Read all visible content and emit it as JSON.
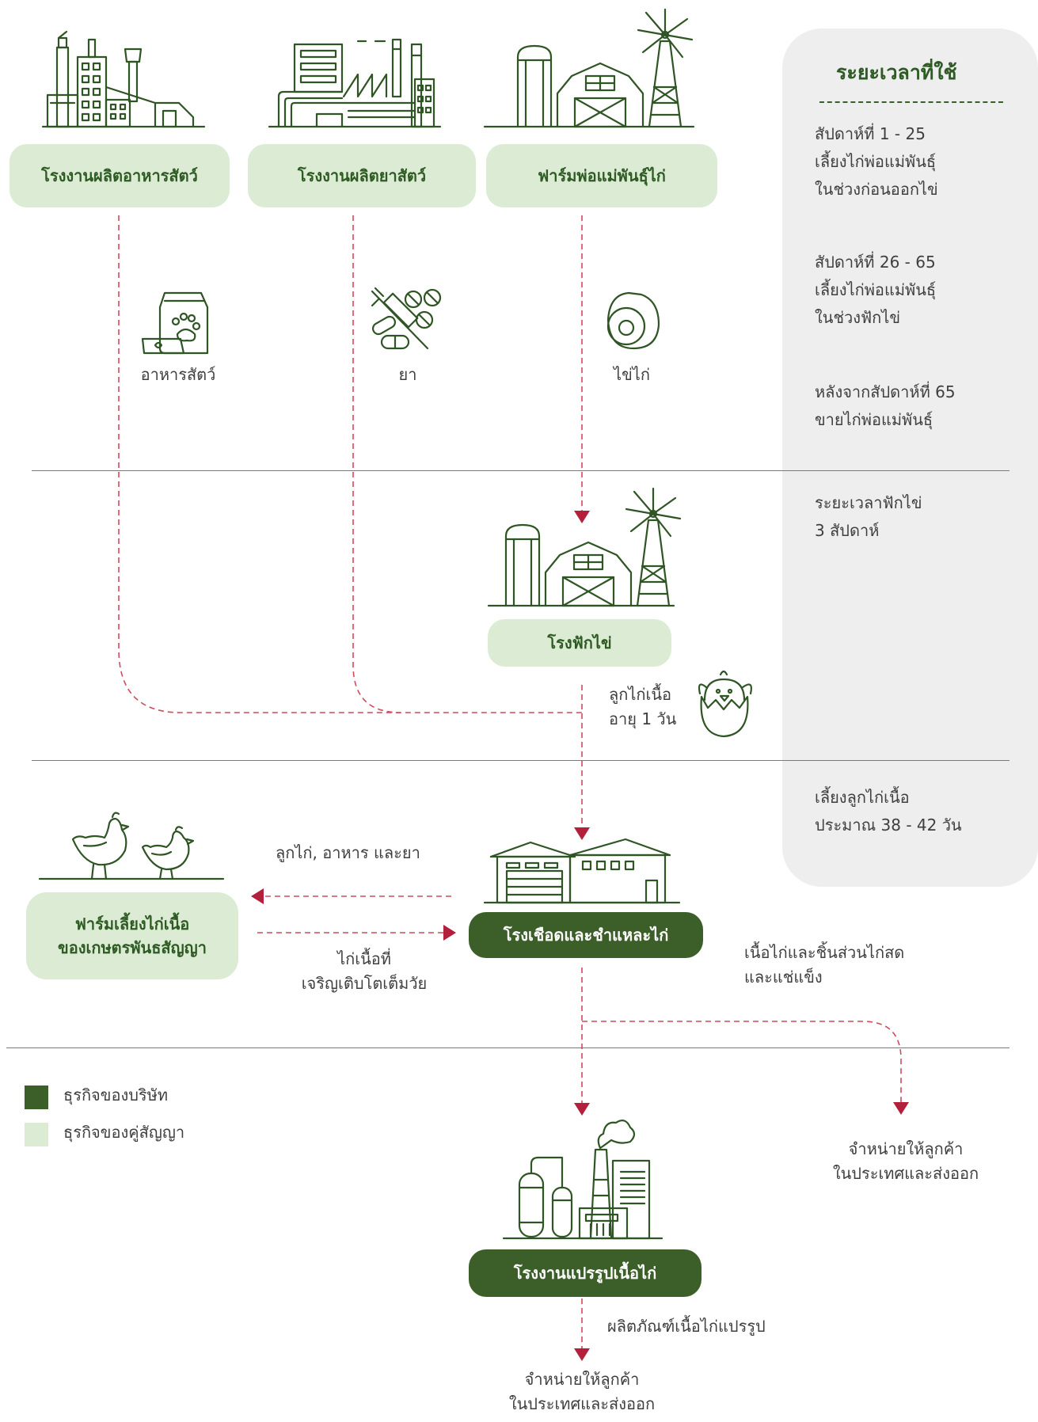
{
  "colors": {
    "company": "#3c5f2a",
    "contract": "#dcebd3",
    "flow_arrow": "#b3203c",
    "sidebar_bg": "#eeeeee",
    "icon_stroke": "#2f5525"
  },
  "top_nodes": {
    "feed_mill": "โรงงานผลิตอาหารสัตว์",
    "drug_plant": "โรงงานผลิตยาสัตว์",
    "breeder_farm": "ฟาร์มพ่อแม่พันธุ์ไก่"
  },
  "inputs": {
    "feed": "อาหารสัตว์",
    "medicine": "ยา",
    "eggs": "ไข่ไก่"
  },
  "hatchery": {
    "label": "โรงฟักไข่",
    "chick_label": "ลูกไก่เนื้อ\nอายุ 1 วัน"
  },
  "contract_farm": {
    "label": "ฟาร์มเลี้ยงไก่เนื้อ\nของเกษตรพันธสัญญา",
    "to_farm": "ลูกไก่, อาหาร และยา",
    "from_farm": "ไก่เนื้อที่\nเจริญเติบโตเต็มวัย"
  },
  "slaughterhouse": {
    "label": "โรงเชือดและชำแหละไก่",
    "fresh_products": "เนื้อไก่และชิ้นส่วนไก่สด\nและแช่แข็ง",
    "sell_fresh": "จำหน่ายให้ลูกค้า\nในประเทศและส่งออก"
  },
  "processing": {
    "label": "โรงงานแปรรูปเนื้อไก่",
    "products": "ผลิตภัณฑ์เนื้อไก่แปรรูป",
    "sell": "จำหน่ายให้ลูกค้า\nในประเทศและส่งออก"
  },
  "legend": {
    "company": "ธุรกิจของบริษัท",
    "contract": "ธุรกิจของคู่สัญญา"
  },
  "timeline": {
    "title": "ระยะเวลาที่ใช้",
    "breeder_1": "สัปดาห์ที่ 1 - 25\nเลี้ยงไก่พ่อแม่พันธุ์\nในช่วงก่อนออกไข่",
    "breeder_2": "สัปดาห์ที่ 26 - 65\nเลี้ยงไก่พ่อแม่พันธุ์\nในช่วงฟักไข่",
    "breeder_3": "หลังจากสัปดาห์ที่ 65\nขายไก่พ่อแม่พันธุ์",
    "hatch": "ระยะเวลาฟักไข่\n3 สัปดาห์",
    "grow": "เลี้ยงลูกไก่เนื้อ\nประมาณ 38 - 42 วัน"
  },
  "icons": {
    "feed_mill": "factory-icon",
    "drug_plant": "factory-icon",
    "breeder_farm": "farm-windmill-icon",
    "feed": "feed-bag-icon",
    "medicine": "syringe-pills-icon",
    "eggs": "egg-icon",
    "hatchery": "farm-windmill-icon",
    "chick": "hatching-chick-icon",
    "contract_farm": "chickens-icon",
    "slaughterhouse": "warehouse-icon",
    "processing": "processing-plant-icon"
  }
}
